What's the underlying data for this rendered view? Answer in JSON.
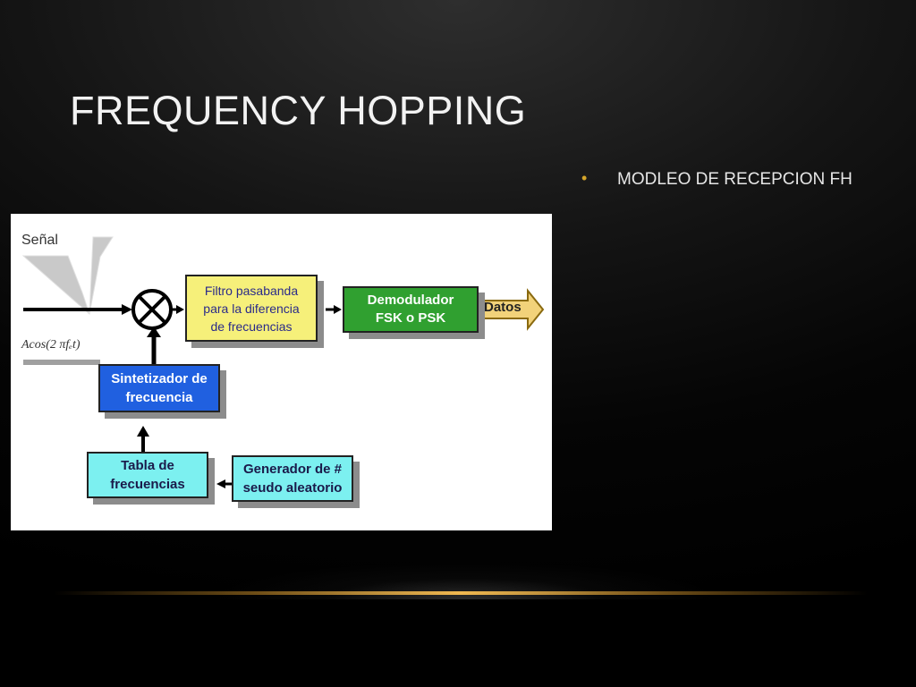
{
  "slide": {
    "title": "FREQUENCY HOPPING",
    "bullets": [
      {
        "text": "MODLEO DE RECEPCION FH"
      }
    ]
  },
  "diagram": {
    "input_signal_label": "Señal",
    "oscillator_label": "Acos(2 πfₑt)",
    "mixer_icon": "multiply-circle-icon",
    "blocks": {
      "filter": "Filtro pasabanda\npara la diferencia\nde frecuencias",
      "demodulator": "Demodulador\nFSK o PSK",
      "synthesizer": "Sintetizador de\nfrecuencia",
      "frequency_table": "Tabla de\nfrecuencias",
      "generator": "Generador de #\nseudo aleatorio"
    },
    "output_label": "Datos"
  },
  "colors": {
    "accent_bullet": "#d5a52a",
    "filter_block": "#f6f07a",
    "demodulator_block": "#30a030",
    "synthesizer_block": "#2060e0",
    "table_block": "#7cf0f0"
  }
}
